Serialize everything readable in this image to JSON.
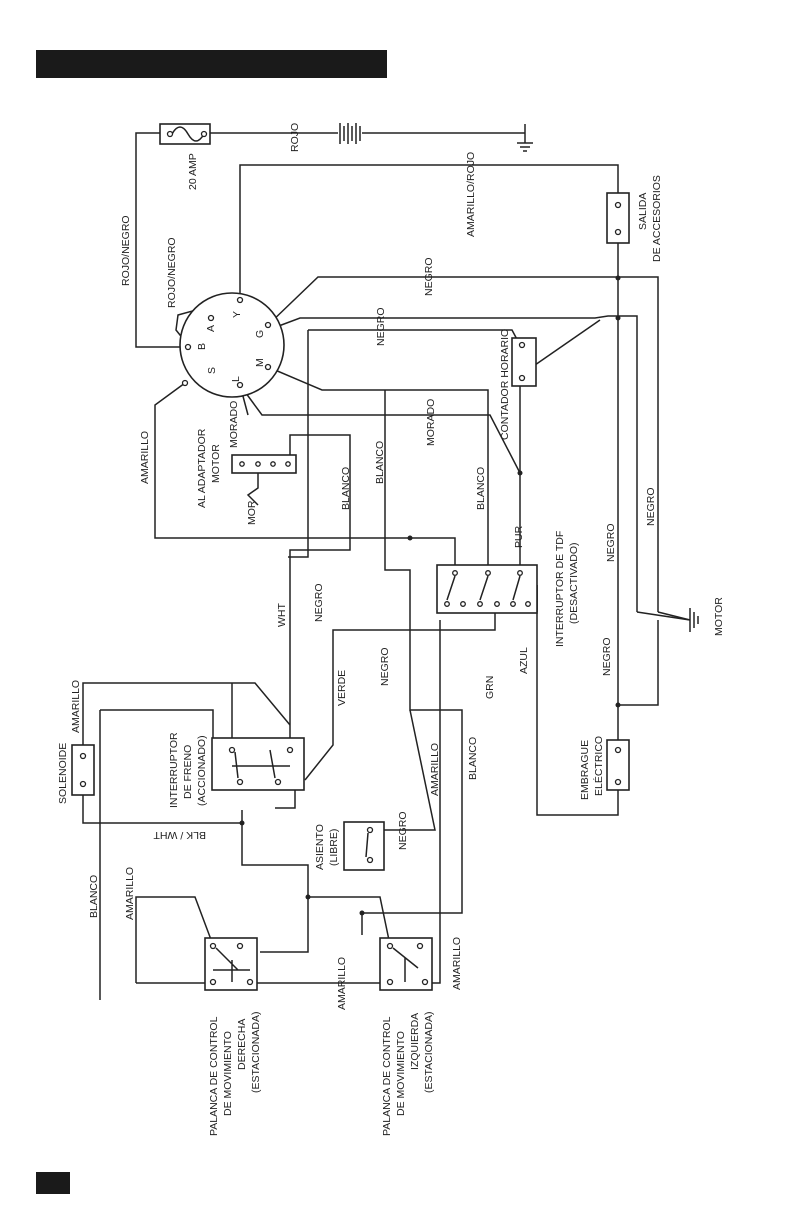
{
  "labels": {
    "fuse": "20 AMP",
    "rojo": "ROJO",
    "amarillo_rojo": "AMARILLO/ROJO",
    "salida_line1": "SALIDA",
    "salida_line2": "DE ACCESORIOS",
    "rojo_negro_left": "ROJO/NEGRO",
    "rojo_negro_top": "ROJO/NEGRO",
    "negro_top": "NEGRO",
    "negro_mid": "NEGRO",
    "contador_horario": "CONTADOR HORARIO",
    "morado_key": "MORADO",
    "morado_right": "MORADO",
    "amarillo_key": "AMARILLO",
    "adaptador_line1": "AL ADAPTADOR",
    "adaptador_line2": "MOTOR",
    "mor": "MOR",
    "blanco_1": "BLANCO",
    "blanco_2": "BLANCO",
    "blanco_3": "BLANCO",
    "negro_right_1": "NEGRO",
    "negro_right_2": "NEGRO",
    "pur": "PUR",
    "tdf_line1": "INTERRUPTOR DE TDF",
    "tdf_line2": "(DESACTIVADO)",
    "motor": "MOTOR",
    "wht": "WHT",
    "negro_brake": "NEGRO",
    "negro_center": "NEGRO",
    "grn": "GRN",
    "azul": "AZUL",
    "negro_lower": "NEGRO",
    "verde": "VERDE",
    "amarillo_sol": "AMARILLO",
    "solenoide": "SOLENOIDE",
    "freno_line1": "INTERRUPTOR",
    "freno_line2": "DE FRENO",
    "freno_line3": "(ACCIONADO)",
    "amarillo_center": "AMARILLO",
    "blanco_center": "BLANCO",
    "embrague_line1": "EMBRAGUE",
    "embrague_line2": "ELÉCTRICO",
    "blk_wht": "BLK / WHT",
    "asiento_line1": "ASIENTO",
    "asiento_line2": "(LIBRE)",
    "negro_seat": "NEGRO",
    "blanco_left": "BLANCO",
    "amarillo_left": "AMARILLO",
    "amarillo_bottom": "AMARILLO",
    "amarillo_right_bottom": "AMARILLO",
    "lever_r_line1": "PALANCA DE CONTROL",
    "lever_r_line2": "DE MOVIMIENTO",
    "lever_r_line3": "DERECHA",
    "lever_r_line4": "(ESTACIONADA)",
    "lever_l_line1": "PALANCA DE CONTROL",
    "lever_l_line2": "DE MOVIMIENTO",
    "lever_l_line3": "IZQUIERDA",
    "lever_l_line4": "(ESTACIONADA)"
  },
  "ignition_terminals": {
    "b": "B",
    "a": "A",
    "y": "Y",
    "g": "G",
    "m": "M",
    "l": "L",
    "s": "S"
  }
}
